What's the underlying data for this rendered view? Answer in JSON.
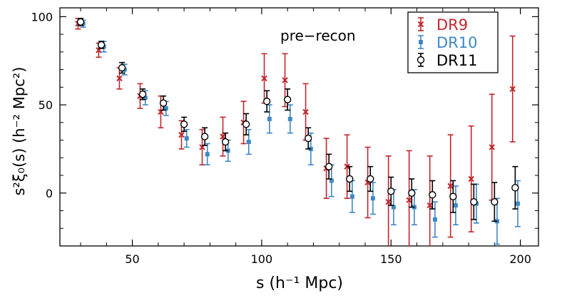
{
  "chart_data": {
    "type": "scatter",
    "title": "",
    "annotation": "pre−recon",
    "xlabel": "s (h⁻¹ Mpc)",
    "ylabel": "s²ξ₀(s) (h⁻² Mpc²)",
    "xlim": [
      22,
      207
    ],
    "ylim": [
      -30,
      105
    ],
    "xticks": [
      50,
      100,
      150,
      200
    ],
    "yticks": [
      0,
      50,
      100
    ],
    "xtick_labels": [
      "50",
      "100",
      "150",
      "200"
    ],
    "ytick_labels": [
      "0",
      "50",
      "100"
    ],
    "grid": false,
    "legend_position": "top-right",
    "series": [
      {
        "name": "DR9",
        "marker": "x",
        "color": "#c0272d",
        "points": [
          {
            "x": 29,
            "y": 96,
            "err": 3
          },
          {
            "x": 37,
            "y": 81,
            "err": 4
          },
          {
            "x": 45,
            "y": 65,
            "err": 6
          },
          {
            "x": 53,
            "y": 55,
            "err": 7
          },
          {
            "x": 61,
            "y": 46,
            "err": 9
          },
          {
            "x": 69,
            "y": 33,
            "err": 8
          },
          {
            "x": 77,
            "y": 26,
            "err": 10
          },
          {
            "x": 85,
            "y": 32,
            "err": 11
          },
          {
            "x": 93,
            "y": 40,
            "err": 12
          },
          {
            "x": 101,
            "y": 65,
            "err": 14
          },
          {
            "x": 109,
            "y": 64,
            "err": 15
          },
          {
            "x": 117,
            "y": 46,
            "err": 16
          },
          {
            "x": 125,
            "y": 14,
            "err": 17
          },
          {
            "x": 133,
            "y": 15,
            "err": 18
          },
          {
            "x": 141,
            "y": 6,
            "err": 20
          },
          {
            "x": 149,
            "y": -5,
            "err": 26
          },
          {
            "x": 157,
            "y": -4,
            "err": 28
          },
          {
            "x": 165,
            "y": -7,
            "err": 28
          },
          {
            "x": 173,
            "y": 4,
            "err": 29
          },
          {
            "x": 181,
            "y": 8,
            "err": 30
          },
          {
            "x": 189,
            "y": 26,
            "err": 30
          },
          {
            "x": 197,
            "y": 59,
            "err": 30
          }
        ]
      },
      {
        "name": "DR10",
        "marker": "square",
        "color": "#3f88c5",
        "points": [
          {
            "x": 31,
            "y": 96,
            "err": 2
          },
          {
            "x": 39,
            "y": 83,
            "err": 3
          },
          {
            "x": 47,
            "y": 70,
            "err": 3
          },
          {
            "x": 55,
            "y": 54,
            "err": 4
          },
          {
            "x": 63,
            "y": 48,
            "err": 4
          },
          {
            "x": 71,
            "y": 31,
            "err": 5
          },
          {
            "x": 79,
            "y": 22,
            "err": 6
          },
          {
            "x": 87,
            "y": 24,
            "err": 6
          },
          {
            "x": 95,
            "y": 29,
            "err": 7
          },
          {
            "x": 103,
            "y": 42,
            "err": 8
          },
          {
            "x": 111,
            "y": 42,
            "err": 8
          },
          {
            "x": 119,
            "y": 25,
            "err": 9
          },
          {
            "x": 127,
            "y": 7,
            "err": 9
          },
          {
            "x": 135,
            "y": -2,
            "err": 9
          },
          {
            "x": 143,
            "y": -3,
            "err": 9
          },
          {
            "x": 151,
            "y": -8,
            "err": 10
          },
          {
            "x": 159,
            "y": -8,
            "err": 10
          },
          {
            "x": 167,
            "y": -15,
            "err": 10
          },
          {
            "x": 175,
            "y": -7,
            "err": 11
          },
          {
            "x": 183,
            "y": -6,
            "err": 11
          },
          {
            "x": 191,
            "y": -16,
            "err": 13
          },
          {
            "x": 199,
            "y": -6,
            "err": 13
          }
        ]
      },
      {
        "name": "DR11",
        "marker": "open-circle",
        "color": "#000000",
        "points": [
          {
            "x": 30,
            "y": 97,
            "err": 2
          },
          {
            "x": 38,
            "y": 84,
            "err": 2
          },
          {
            "x": 46,
            "y": 71,
            "err": 3
          },
          {
            "x": 54,
            "y": 56,
            "err": 3
          },
          {
            "x": 62,
            "y": 51,
            "err": 4
          },
          {
            "x": 70,
            "y": 39,
            "err": 4
          },
          {
            "x": 78,
            "y": 32,
            "err": 5
          },
          {
            "x": 86,
            "y": 29,
            "err": 5
          },
          {
            "x": 94,
            "y": 39,
            "err": 6
          },
          {
            "x": 102,
            "y": 52,
            "err": 6
          },
          {
            "x": 110,
            "y": 53,
            "err": 6
          },
          {
            "x": 118,
            "y": 31,
            "err": 6
          },
          {
            "x": 126,
            "y": 15,
            "err": 7
          },
          {
            "x": 134,
            "y": 8,
            "err": 7
          },
          {
            "x": 142,
            "y": 8,
            "err": 7
          },
          {
            "x": 150,
            "y": 1,
            "err": 8
          },
          {
            "x": 158,
            "y": 0,
            "err": 8
          },
          {
            "x": 166,
            "y": -1,
            "err": 8
          },
          {
            "x": 174,
            "y": -2,
            "err": 9
          },
          {
            "x": 182,
            "y": -5,
            "err": 10
          },
          {
            "x": 190,
            "y": -5,
            "err": 11
          },
          {
            "x": 198,
            "y": 3,
            "err": 12
          }
        ]
      }
    ]
  }
}
